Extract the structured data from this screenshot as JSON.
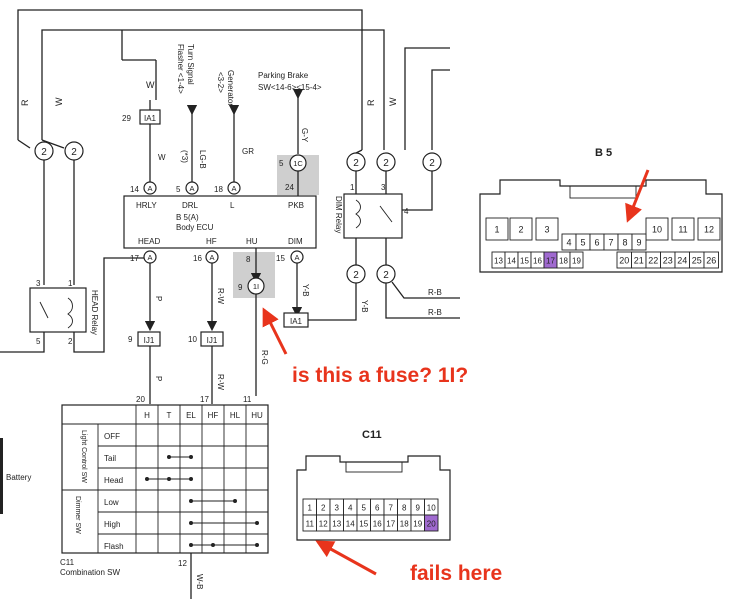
{
  "colors": {
    "annotation_red": "#e8341c",
    "highlight_gray": "#cfcfcf",
    "pin_purple": "#a06ad0"
  },
  "top_wires": {
    "r_left": "R",
    "w_left": "W",
    "r_right": "R",
    "w_right": "W"
  },
  "splices": {
    "left": "2",
    "mid": "2",
    "right_top": "2",
    "right_bot": "2"
  },
  "ia1_top": {
    "pin": "29",
    "label": "IA1"
  },
  "ia1_bottom": {
    "label": "IA1"
  },
  "pkb_conn": {
    "pin": "5",
    "label": "1C"
  },
  "hu_conn": {
    "pin": "9",
    "label": "1I"
  },
  "ij1_left": {
    "pin": "9",
    "label": "IJ1"
  },
  "ij1_right": {
    "pin": "10",
    "label": "IJ1"
  },
  "top_signals": {
    "turn_signal": "Turn Signal",
    "flasher": "Flasher <1-4>",
    "generator": "Generator",
    "generator_ref": "<3-2>",
    "parking_brake": "Parking Brake",
    "parking_brake_ref": "SW<14-6><15-4>"
  },
  "wire_colors": {
    "w1": "W",
    "w2": "W",
    "lgb": "LG-B",
    "star3": "(*3)",
    "gr": "GR",
    "gy": "G-Y",
    "p1": "P",
    "p2": "P",
    "rw1": "R-W",
    "rw2": "R-W",
    "rg": "R-G",
    "yb1": "Y-B",
    "yb2": "Y-B",
    "rb1": "R-B",
    "rb2": "R-B",
    "wb": "W-B"
  },
  "ecu": {
    "name": "B 5(A)",
    "subtitle": "Body ECU",
    "top_pins": [
      {
        "pin": "14",
        "conn": "A",
        "label": "HRLY"
      },
      {
        "pin": "5",
        "conn": "A",
        "label": "DRL"
      },
      {
        "pin": "18",
        "conn": "A",
        "label": "L"
      },
      {
        "pin": "24",
        "conn": "",
        "label": "PKB"
      }
    ],
    "bottom_pins": [
      {
        "pin": "17",
        "conn": "A",
        "label": "HEAD"
      },
      {
        "pin": "16",
        "conn": "A",
        "label": "HF"
      },
      {
        "pin": "8",
        "conn": "",
        "label": "HU"
      },
      {
        "pin": "15",
        "conn": "A",
        "label": "DIM"
      }
    ]
  },
  "relays": {
    "dim": "DIM Relay",
    "dim_pins": [
      "1",
      "3",
      "4"
    ],
    "head": "HEAD Relay",
    "head_pins": [
      "3",
      "1",
      "5",
      "2"
    ]
  },
  "combo": {
    "name": "C11",
    "subtitle": "Combination SW",
    "pin_numbers": [
      "20",
      "17",
      "11"
    ],
    "bottom_pin": "12",
    "columns": [
      "H",
      "T",
      "EL",
      "HF",
      "HL",
      "HU"
    ],
    "group1": "Light Control SW",
    "group2": "Dimmer SW",
    "rows": [
      "OFF",
      "Tail",
      "Head",
      "Low",
      "High",
      "Flash"
    ]
  },
  "battery_label": "Battery",
  "b5_connector": {
    "title": "B 5",
    "row1": [
      "1",
      "2",
      "3",
      "10",
      "11",
      "12"
    ],
    "row2": [
      "4",
      "5",
      "6",
      "7",
      "8",
      "9"
    ],
    "row3": [
      "13",
      "14",
      "15",
      "16",
      "17",
      "18",
      "19",
      "20",
      "21",
      "22",
      "23",
      "24",
      "25",
      "26"
    ]
  },
  "c11_connector": {
    "title": "C11",
    "row1": [
      "1",
      "2",
      "3",
      "4",
      "5",
      "6",
      "7",
      "8",
      "9",
      "10"
    ],
    "row2": [
      "11",
      "12",
      "13",
      "14",
      "15",
      "16",
      "17",
      "18",
      "19",
      "20"
    ]
  },
  "annotations": {
    "fuse_question": "is this a fuse? 1I?",
    "fails_here": "fails here"
  }
}
